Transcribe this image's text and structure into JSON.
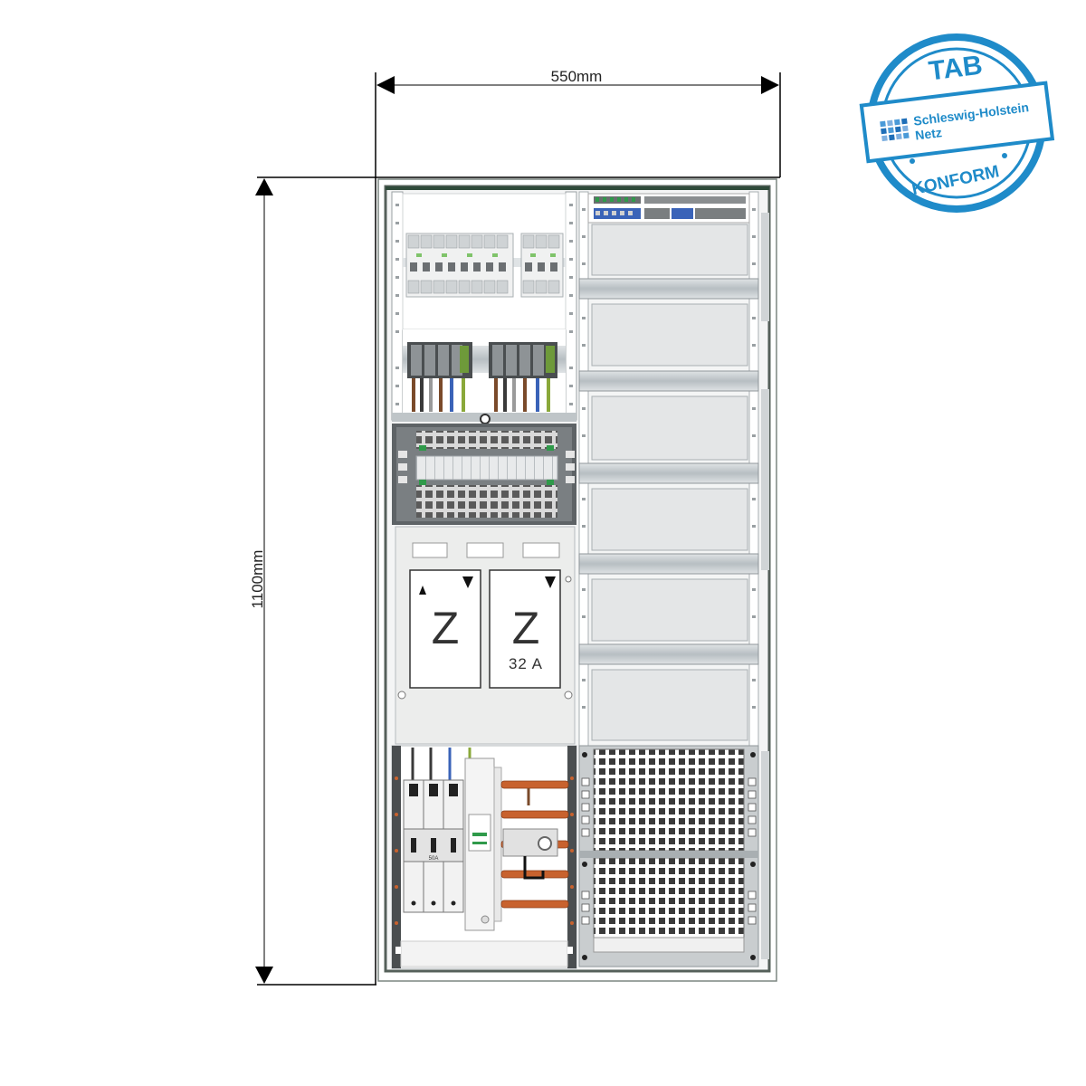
{
  "dimensions": {
    "width_label": "550mm",
    "height_label": "1100mm"
  },
  "meters": [
    {
      "letter": "Z",
      "rating": ""
    },
    {
      "letter": "Z",
      "rating": "32 A"
    }
  ],
  "breaker_label": "50A",
  "stamp": {
    "top": "TAB",
    "brand": "Schleswig-Holstein",
    "brand2": "Netz",
    "bottom": "KONFORM",
    "color": "#1f8bc9"
  },
  "colors": {
    "frame": "#55605a",
    "rail": "#bcc3c6",
    "panel": "#e4e6e7",
    "copper": "#c8622e",
    "blue_wire": "#3a63b8",
    "brown_wire": "#7a4a2a",
    "green_wire": "#8aa83a"
  }
}
